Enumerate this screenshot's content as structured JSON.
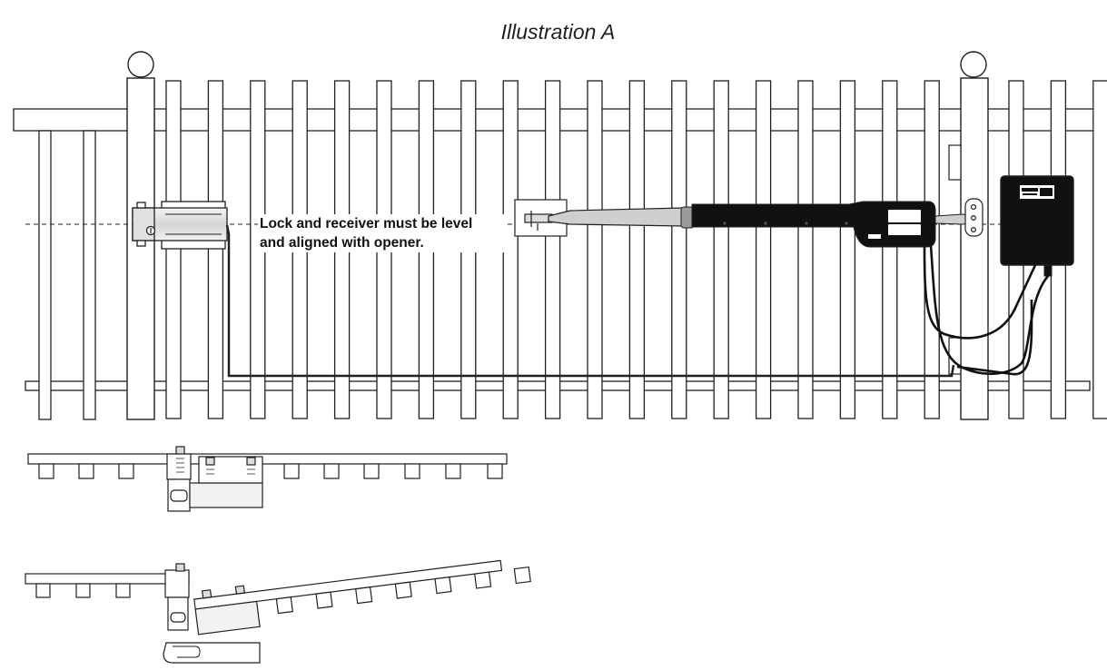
{
  "title": "Illustration A",
  "note": {
    "line1": "Lock and receiver must be level",
    "line2": "and aligned with opener."
  },
  "colors": {
    "line": "#231f20",
    "opener_body": "#111111",
    "receiver_fill": "#e6e6e6"
  }
}
